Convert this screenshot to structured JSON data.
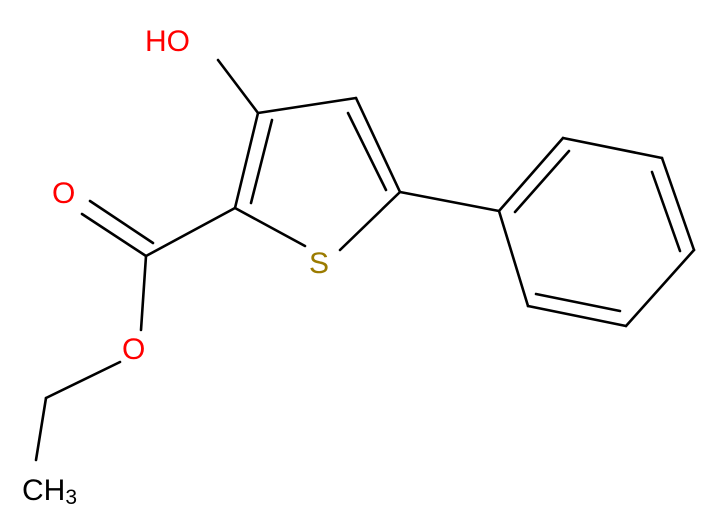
{
  "molecule": {
    "atoms": {
      "hydroxyl": {
        "text": "HO",
        "color": "#ff0000"
      },
      "carbonyl_oxygen": {
        "text": "O",
        "color": "#ff0000"
      },
      "ester_oxygen": {
        "text": "O",
        "color": "#ff0000"
      },
      "sulfur": {
        "text": "S",
        "color": "#9b7b00"
      },
      "methyl": {
        "text": "CH",
        "subscript": "3",
        "color": "#000000"
      }
    },
    "bond_color": "#000000"
  }
}
